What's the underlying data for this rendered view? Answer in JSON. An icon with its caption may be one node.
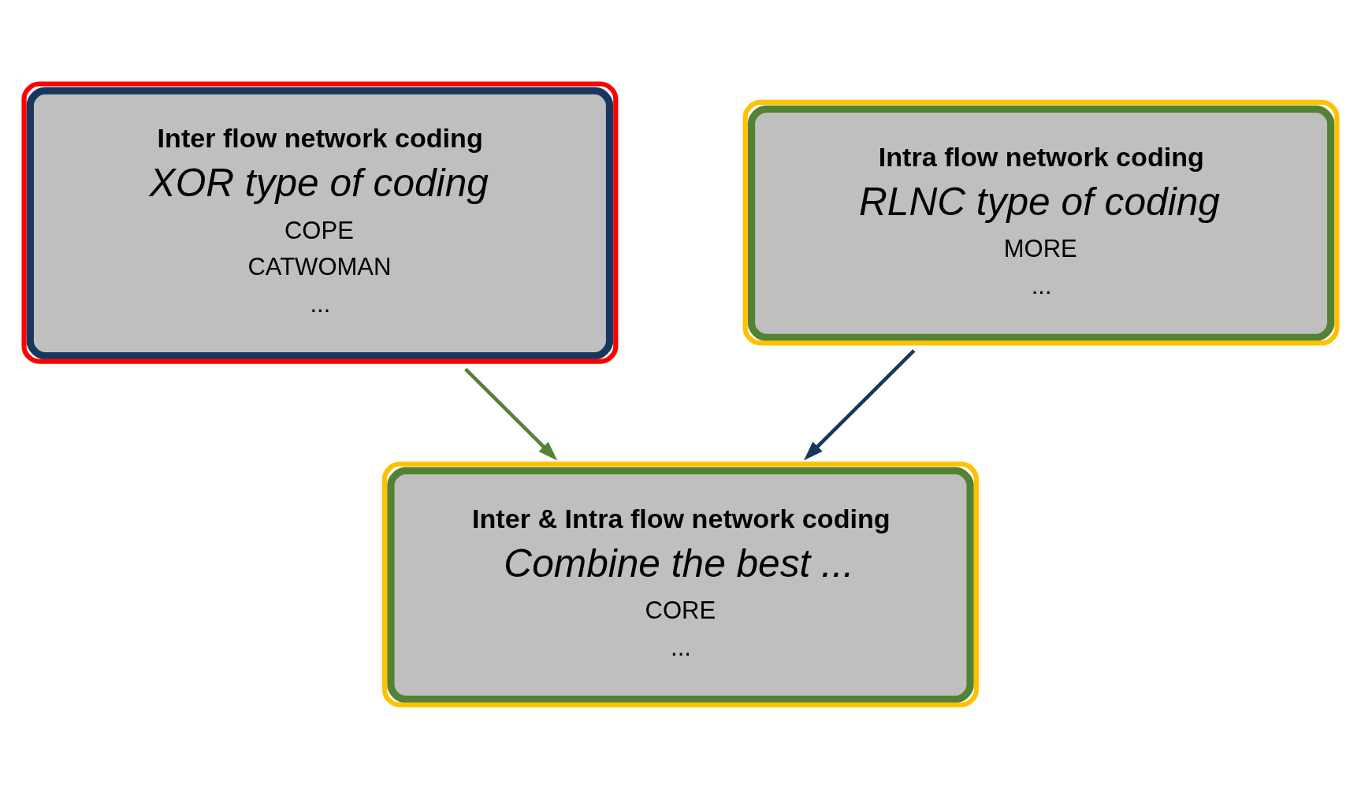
{
  "diagram": {
    "nodes": [
      {
        "text": [
          "Inter flow network coding",
          "XOR type of coding",
          "COPE",
          "CATWOMAN",
          "..."
        ]
      },
      {
        "text": [
          "Intra flow network coding",
          "RLNC type of coding",
          "MORE",
          "..."
        ]
      },
      {
        "text": [
          "Inter & Intra flow network coding",
          "Combine the best ...",
          "CORE",
          "..."
        ]
      }
    ],
    "edges": [
      {
        "from": 0,
        "to": 2,
        "arrow": "to",
        "color": "#548235"
      },
      {
        "from": 1,
        "to": 2,
        "arrow": "to",
        "color": "#17375e"
      }
    ]
  }
}
